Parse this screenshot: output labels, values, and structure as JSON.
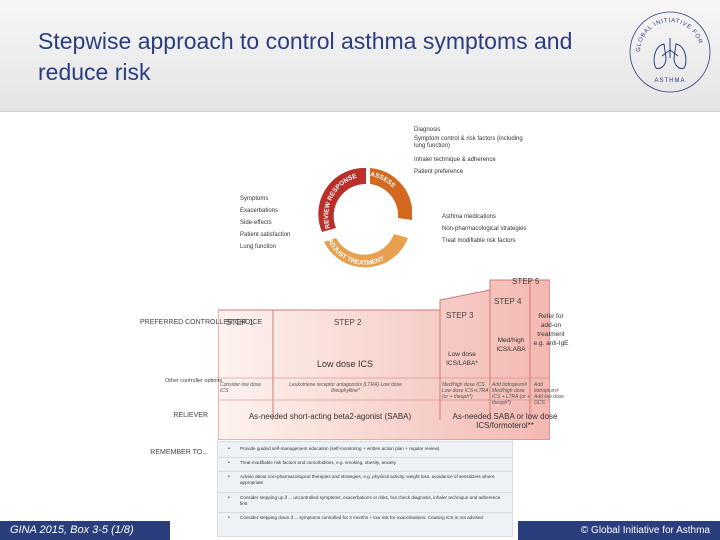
{
  "title": "Stepwise approach to control asthma symptoms and reduce risk",
  "logo": {
    "ring_text": "GLOBAL INITIATIVE FOR",
    "center_text": "ASTHMA",
    "icon": "lungs-logo-icon"
  },
  "cycle": {
    "assess_items": [
      "Diagnosis",
      "Symptom control & risk factors (including lung function)",
      "Inhaler technique & adherence",
      "Patient preference"
    ],
    "review_items": [
      "Symptoms",
      "Exacerbations",
      "Side-effects",
      "Patient satisfaction",
      "Lung function"
    ],
    "adjust_items": [
      "Asthma medications",
      "Non-pharmacological strategies",
      "Treat modifiable risk factors"
    ],
    "arc_labels": {
      "assess": "ASSESS",
      "response": "REVIEW RESPONSE",
      "adjust": "ADJUST TREATMENT"
    },
    "colors": {
      "assess": "#d2691e",
      "response": "#b9302a",
      "adjust": "#e8a050"
    }
  },
  "steps": {
    "step1": "STEP 1",
    "step2": "STEP 2",
    "step3": "STEP 3",
    "step4": "STEP 4",
    "step5": "STEP 5",
    "fill_low": "#fdf3ef",
    "fill_high": "#f3b8b1",
    "border": "#cc7b74"
  },
  "rows": {
    "preferred": "PREFERRED CONTROLLER CHOICE",
    "other": "Other controller options",
    "reliever": "RELIEVER",
    "remember": "REMEMBER TO..."
  },
  "preferred": {
    "low_dose_ics": "Low dose ICS",
    "step3": "Low dose ICS/LABA*",
    "step4": "Med/high ICS/LABA",
    "step5": "Refer for add-on treatment e.g. anti-IgE"
  },
  "other": {
    "step1": "Consider low dose ICS",
    "step2": "Leukotriene receptor antagonists (LTRA) Low dose theophylline*",
    "step3": "Med/high dose ICS Low dose ICS+LTRA (or + theoph*)",
    "step4": "Add tiotropium# Med/high dose ICS + LTRA (or + theoph*)",
    "step5": "Add tiotropium# Add low dose OCS"
  },
  "reliever": {
    "saba": "As-needed short-acting beta2-agonist (SABA)",
    "combo": "As-needed SABA or low dose ICS/formoterol**"
  },
  "remember_items": [
    "Provide guided self-management education (self-monitoring + written action plan + regular review)",
    "Treat modifiable risk factors and comorbidities, e.g. smoking, obesity, anxiety",
    "Advise about non-pharmacological therapies and strategies, e.g. physical activity, weight loss, avoidance of sensitizers where appropriate",
    "Consider stepping up if ... uncontrolled symptoms, exacerbations or risks, but check diagnosis, inhaler technique and adherence first",
    "Consider stepping down if ... symptoms controlled for 3 months + low risk for exacerbations. Ceasing ICS is not advised"
  ],
  "footer": {
    "source": "GINA 2015, Box 3-5 (1/8)",
    "copyright": "© Global Initiative for Asthma"
  }
}
